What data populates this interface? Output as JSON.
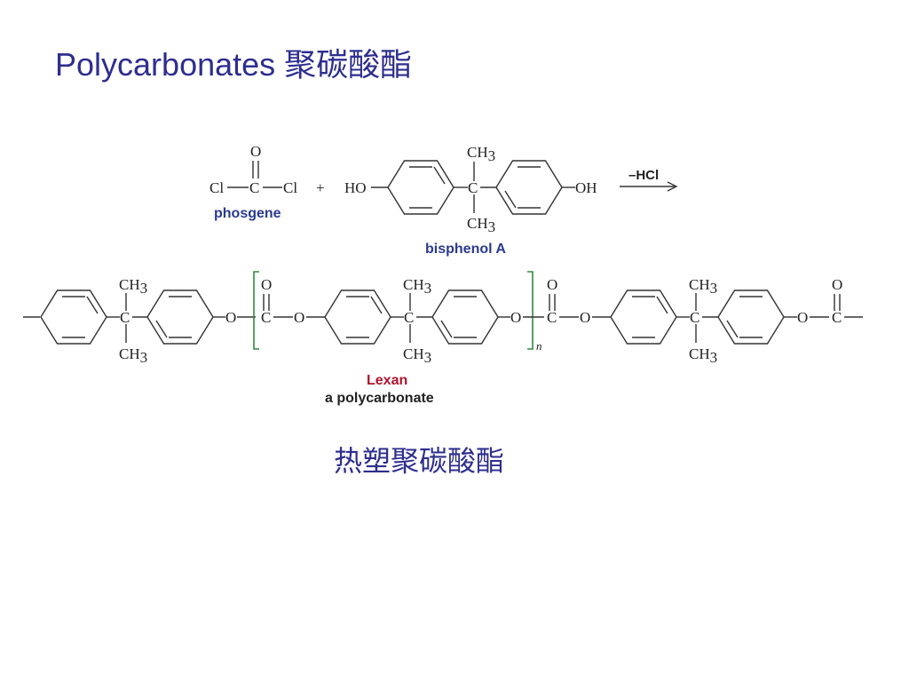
{
  "slide": {
    "title": "Polycarbonates 聚碳酸酯",
    "subtitle": "热塑聚碳酸酯"
  },
  "reaction": {
    "phosgene_label": "phosgene",
    "bisphenol_label": "bisphenol A",
    "plus": "+",
    "condition": "–HCl",
    "product_name": "Lexan",
    "product_desc": "a polycarbonate",
    "repeat_subscript": "n"
  },
  "atoms": {
    "O": "O",
    "C": "C",
    "Cl": "Cl",
    "HO": "HO",
    "OH": "OH",
    "CH3_main": "CH",
    "CH3_sub": "3"
  },
  "colors": {
    "title": "#2e2e8f",
    "label_blue": "#2b3a8f",
    "label_red": "#b0122e",
    "bracket_green": "#2e8b3e"
  }
}
